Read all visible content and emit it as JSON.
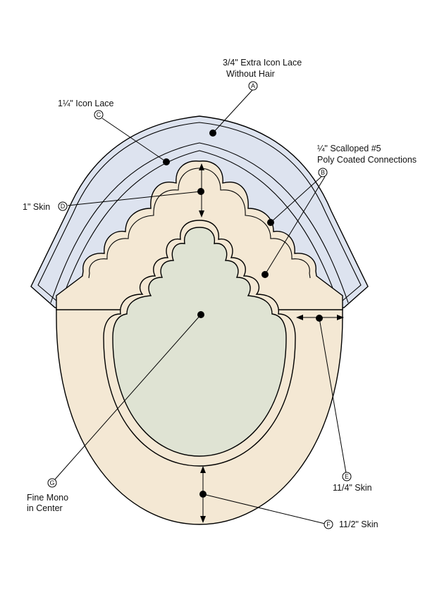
{
  "colors": {
    "skin": "#f4e8d4",
    "lace": "#dde3ef",
    "mono": "#dfe3d3",
    "line": "#000000"
  },
  "callouts": {
    "a": {
      "letter": "A",
      "line1": "3/4\" Extra Icon Lace",
      "line2": "Without Hair"
    },
    "b": {
      "letter": "B",
      "line1": "¼\" Scalloped #5",
      "line2": "Poly Coated Connections"
    },
    "c": {
      "letter": "C",
      "line1": "1¼\" Icon Lace"
    },
    "d": {
      "letter": "D",
      "line1": "1\" Skin"
    },
    "e": {
      "letter": "E",
      "line1": "11/4\" Skin"
    },
    "f": {
      "letter": "F",
      "line1": "11/2\" Skin"
    },
    "g": {
      "letter": "G",
      "line1": "Fine Mono",
      "line2": "in Center"
    }
  }
}
